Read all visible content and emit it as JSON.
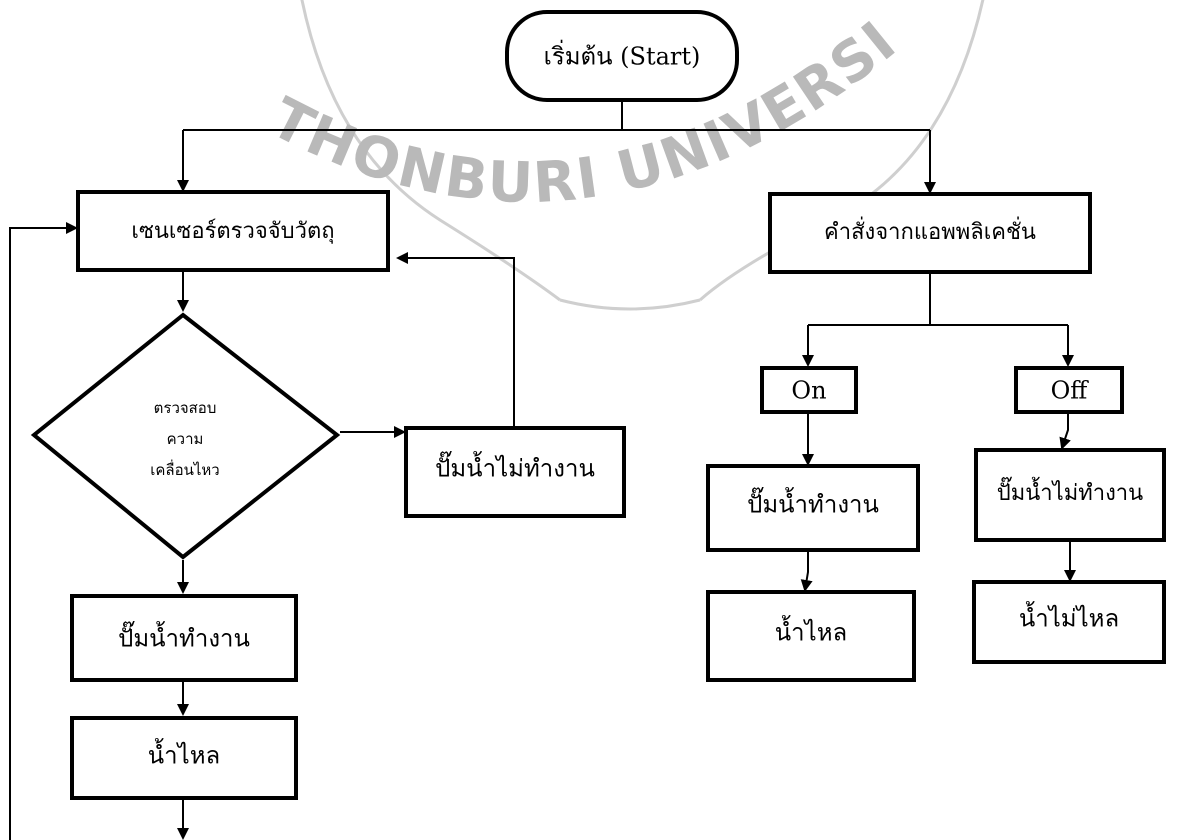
{
  "watermark": {
    "text": "THONBURI UNIVERSITY",
    "color": "#b9b9b9"
  },
  "nodes": {
    "start": "เริ่มต้น (Start)",
    "sensor": "เซนเซอร์ตรวจจับวัตถุ",
    "decision": [
      "ตรวจสอบ",
      "ความ",
      "เคลื่อนไหว"
    ],
    "pump_off_left": "ปั๊มน้ำไม่ทำงาน",
    "pump_on_left": "ปั๊มน้ำทำงาน",
    "water_flow_left": "น้ำไหล",
    "app_command": "คำสั่งจากแอพพลิเคชั่น",
    "on": "On",
    "off": "Off",
    "pump_on_right": "ปั๊มน้ำทำงาน",
    "pump_off_right": "ปั๊มน้ำไม่ทำงาน",
    "water_flow_right": "น้ำไหล",
    "water_no_flow_right": "น้ำไม่ไหล"
  }
}
